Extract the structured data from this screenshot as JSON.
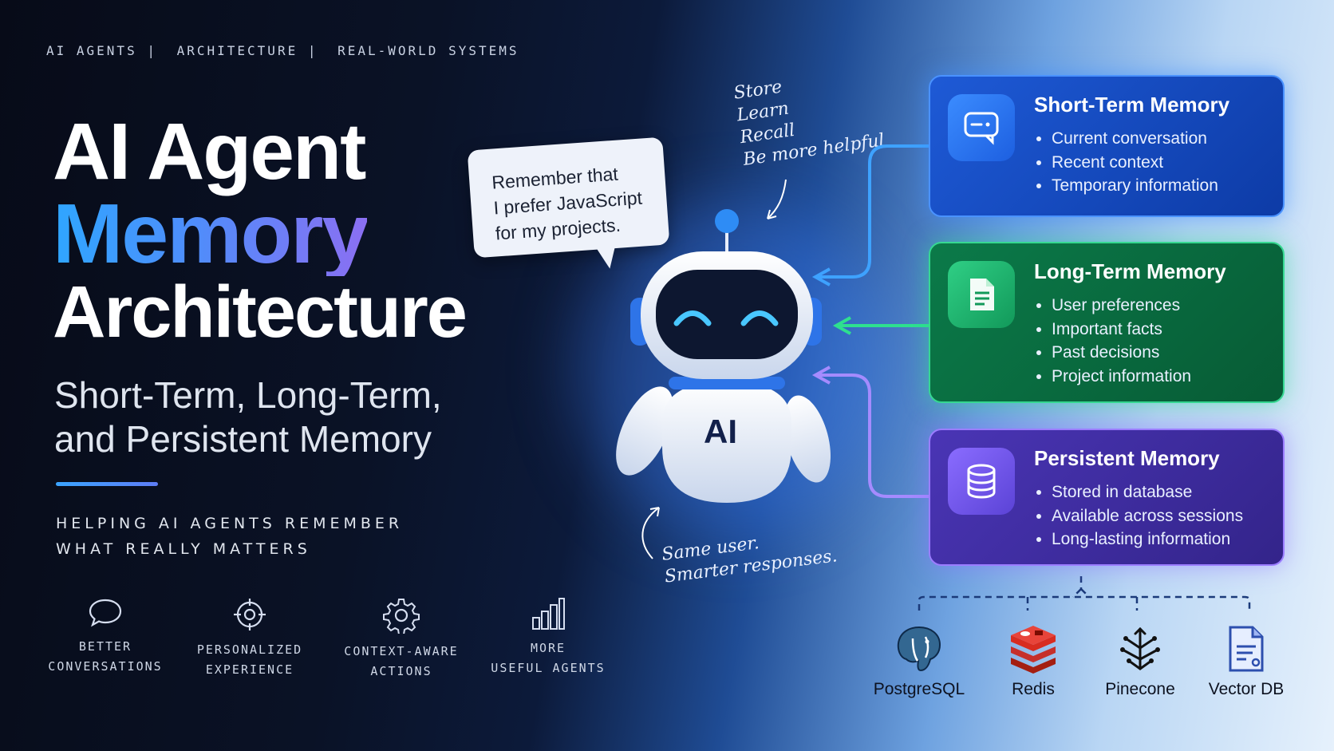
{
  "topnav": [
    "AI AGENTS |",
    "ARCHITECTURE |",
    "REAL-WORLD SYSTEMS"
  ],
  "title": {
    "line1": "AI Agent",
    "line2": "Memory",
    "line3": "Architecture"
  },
  "subtitle": {
    "line1": "Short-Term, Long-Term,",
    "line2": "and Persistent Memory"
  },
  "tagline": {
    "line1": "HELPING AI AGENTS REMEMBER",
    "line2": "WHAT REALLY MATTERS"
  },
  "features": [
    {
      "icon": "chat-bubble-icon",
      "line1": "BETTER",
      "line2": "CONVERSATIONS"
    },
    {
      "icon": "target-icon",
      "line1": "PERSONALIZED",
      "line2": "EXPERIENCE"
    },
    {
      "icon": "gear-icon",
      "line1": "CONTEXT-AWARE",
      "line2": "ACTIONS"
    },
    {
      "icon": "bar-chart-icon",
      "line1": "MORE",
      "line2": "USEFUL AGENTS"
    }
  ],
  "speech_bubble": {
    "line1": "Remember that",
    "line2": "I prefer JavaScript",
    "line3": "for my projects."
  },
  "handwritten_top": [
    "Store",
    "Learn",
    "Recall",
    "Be more helpful"
  ],
  "handwritten_bottom": [
    "Same user.",
    "Smarter responses."
  ],
  "robot": {
    "chest_label": "AI"
  },
  "memory_cards": [
    {
      "title": "Short-Term Memory",
      "icon": "message-icon",
      "color": "#1e5ad6",
      "items": [
        "Current conversation",
        "Recent context",
        "Temporary information"
      ]
    },
    {
      "title": "Long-Term Memory",
      "icon": "document-icon",
      "color": "#0b7a49",
      "items": [
        "User preferences",
        "Important facts",
        "Past decisions",
        "Project information"
      ]
    },
    {
      "title": "Persistent Memory",
      "icon": "database-icon",
      "color": "#4a35b5",
      "items": [
        "Stored in database",
        "Available across sessions",
        "Long-lasting information"
      ]
    }
  ],
  "databases": [
    {
      "name": "PostgreSQL",
      "icon": "postgresql-elephant-icon"
    },
    {
      "name": "Redis",
      "icon": "redis-stack-icon"
    },
    {
      "name": "Pinecone",
      "icon": "pinecone-icon"
    },
    {
      "name": "Vector DB",
      "icon": "document-file-icon"
    }
  ]
}
